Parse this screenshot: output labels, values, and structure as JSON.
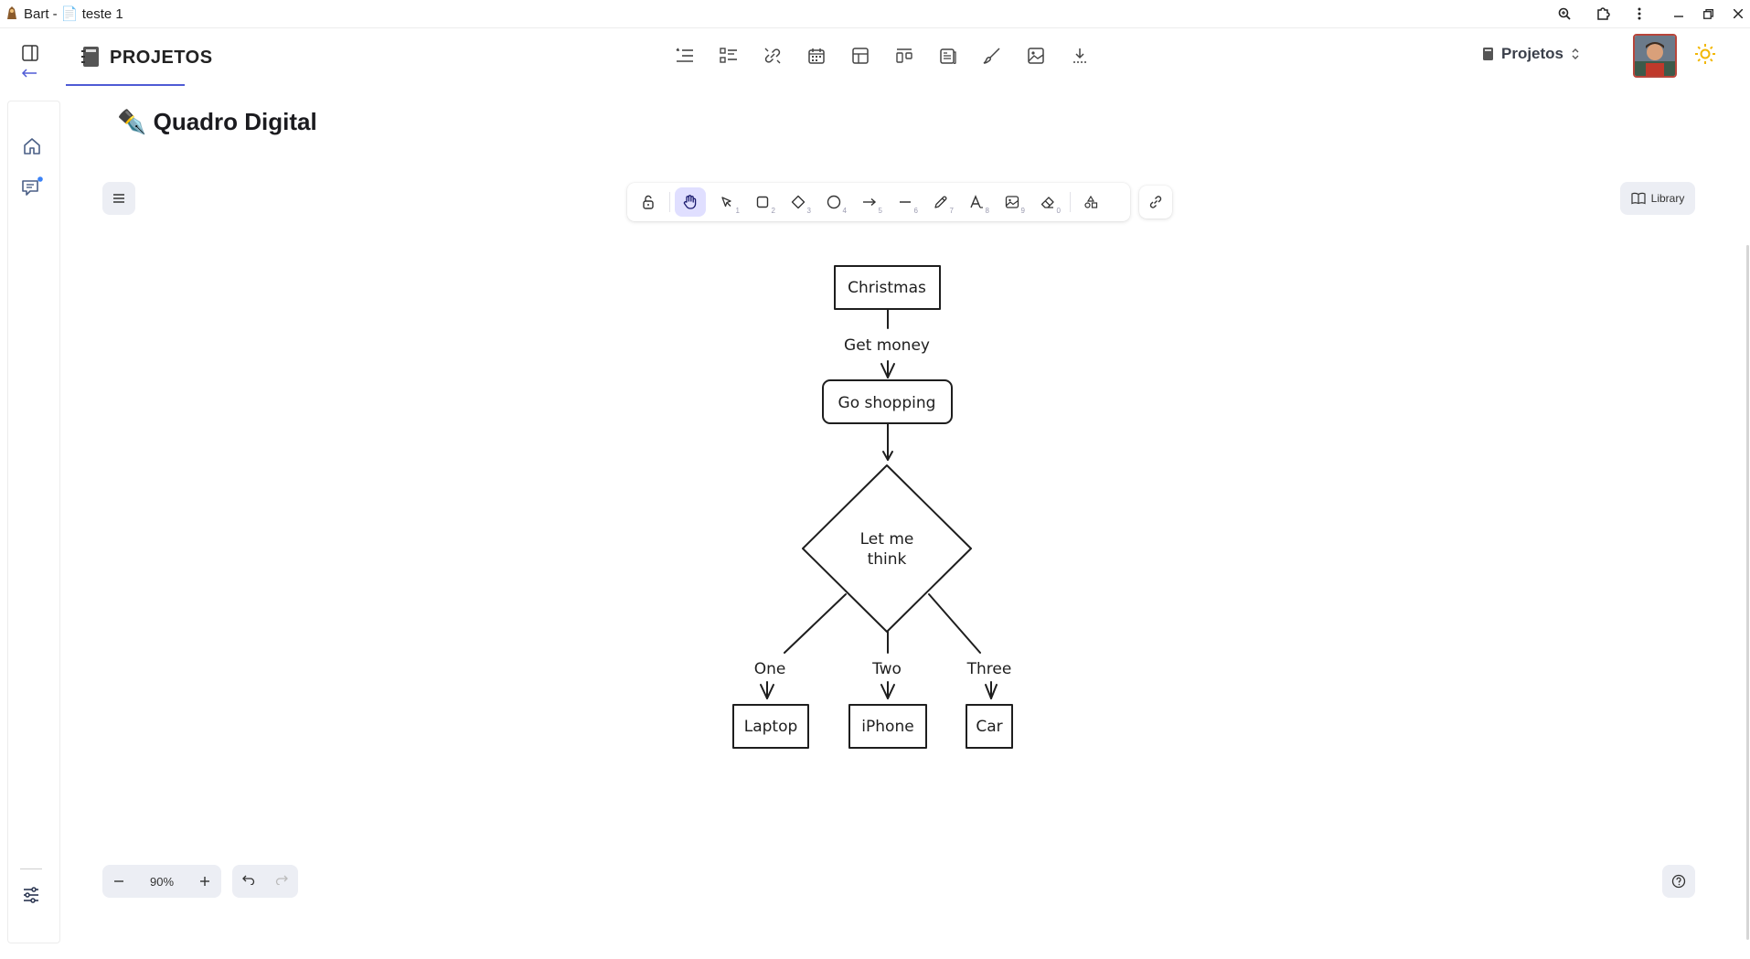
{
  "window": {
    "app_name": "Bart -",
    "doc_name": "teste 1"
  },
  "header": {
    "logo_text": "PROJETOS",
    "project_selector": "Projetos",
    "top_tools": [
      "list-heading-icon",
      "checklist-icon",
      "unlink-icon",
      "calendar-icon",
      "table-icon",
      "columns-icon",
      "page-icon",
      "brush-icon",
      "image-icon",
      "download-icon"
    ]
  },
  "page": {
    "title": "✒️ Quadro Digital"
  },
  "toolbar": {
    "tools": [
      {
        "name": "lock-icon",
        "key": ""
      },
      {
        "name": "hand-icon",
        "key": "",
        "active": true
      },
      {
        "name": "selection-icon",
        "key": "1"
      },
      {
        "name": "rectangle-icon",
        "key": "2"
      },
      {
        "name": "diamond-icon",
        "key": "3"
      },
      {
        "name": "ellipse-icon",
        "key": "4"
      },
      {
        "name": "arrow-icon",
        "key": "5"
      },
      {
        "name": "line-icon",
        "key": "6"
      },
      {
        "name": "pencil-icon",
        "key": "7"
      },
      {
        "name": "text-icon",
        "key": "8"
      },
      {
        "name": "image-icon",
        "key": "9"
      },
      {
        "name": "eraser-icon",
        "key": "0"
      },
      {
        "name": "shapes-icon",
        "key": ""
      }
    ],
    "library_label": "Library"
  },
  "zoom": {
    "level": "90%"
  },
  "diagram": {
    "nodes": {
      "christmas": "Christmas",
      "go_shopping": "Go shopping",
      "decision_line1": "Let me",
      "decision_line2": "think",
      "laptop": "Laptop",
      "iphone": "iPhone",
      "car": "Car"
    },
    "edge_labels": {
      "get_money": "Get money",
      "one": "One",
      "two": "Two",
      "three": "Three"
    }
  },
  "colors": {
    "accent": "#4f5bd5",
    "active_tool": "#e0dfff",
    "island_bg": "#eceef4",
    "stroke": "#1e1e1e",
    "notification_dot": "#3b82f6",
    "sun": "#f2b705"
  }
}
